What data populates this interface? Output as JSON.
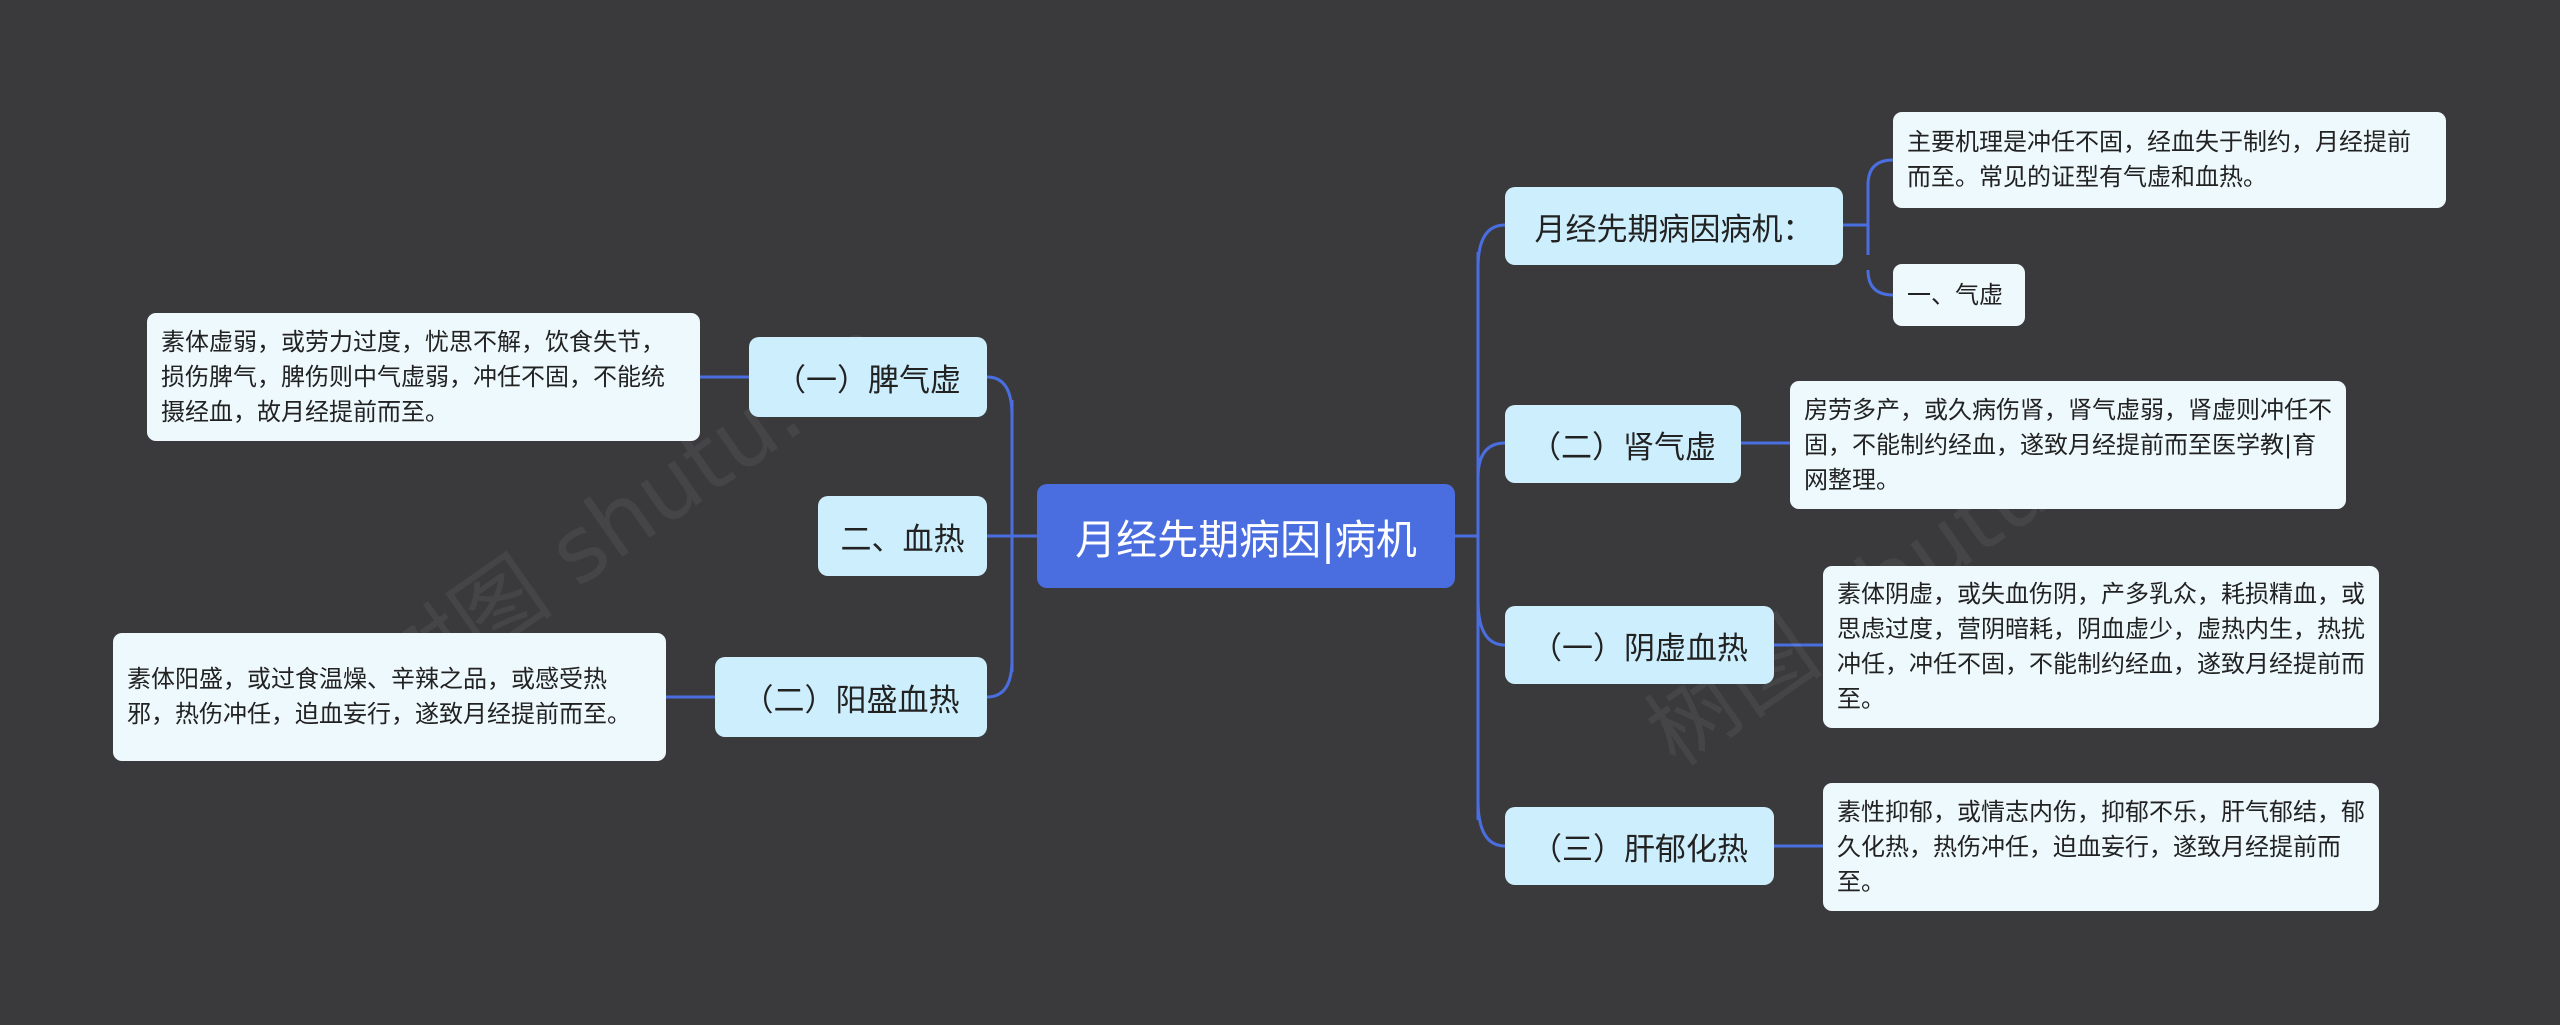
{
  "root": {
    "label": "月经先期病因|病机"
  },
  "left": {
    "branch1": {
      "label": "（一）脾气虚",
      "leaf": "素体虚弱，或劳力过度，忧思不解，饮食失节，损伤脾气，脾伤则中气虚弱，冲任不固，不能统摄经血，故月经提前而至。"
    },
    "branch2": {
      "label": "二、血热"
    },
    "branch3": {
      "label": "（二）阳盛血热",
      "leaf": "素体阳盛，或过食温燥、辛辣之品，或感受热邪，热伤冲任，迫血妄行，遂致月经提前而至。"
    }
  },
  "right": {
    "branch1": {
      "label": "月经先期病因病机：",
      "leaf1": "主要机理是冲任不固，经血失于制约，月经提前而至。常见的证型有气虚和血热。",
      "leaf2": "一、气虚"
    },
    "branch2": {
      "label": "（二）肾气虚",
      "leaf": "房劳多产，或久病伤肾，肾气虚弱，肾虚则冲任不固，不能制约经血，遂致月经提前而至医学教|育网整理。"
    },
    "branch3": {
      "label": "（一）阴虚血热",
      "leaf": "素体阴虚，或失血伤阴，产多乳众，耗损精血，或思虑过度，营阴暗耗，阴血虚少，虚热内生，热扰冲任，冲任不固，不能制约经血，遂致月经提前而至。"
    },
    "branch4": {
      "label": "（三）肝郁化热",
      "leaf": "素性抑郁，或情志内伤，抑郁不乐，肝气郁结，郁久化热，热伤冲任，迫血妄行，遂致月经提前而至。"
    }
  },
  "colors": {
    "background": "#3a3a3c",
    "root": "#4a6ee0",
    "branch": "#cdeefc",
    "leaf": "#eef9fd",
    "connector": "#4a6ee0"
  }
}
